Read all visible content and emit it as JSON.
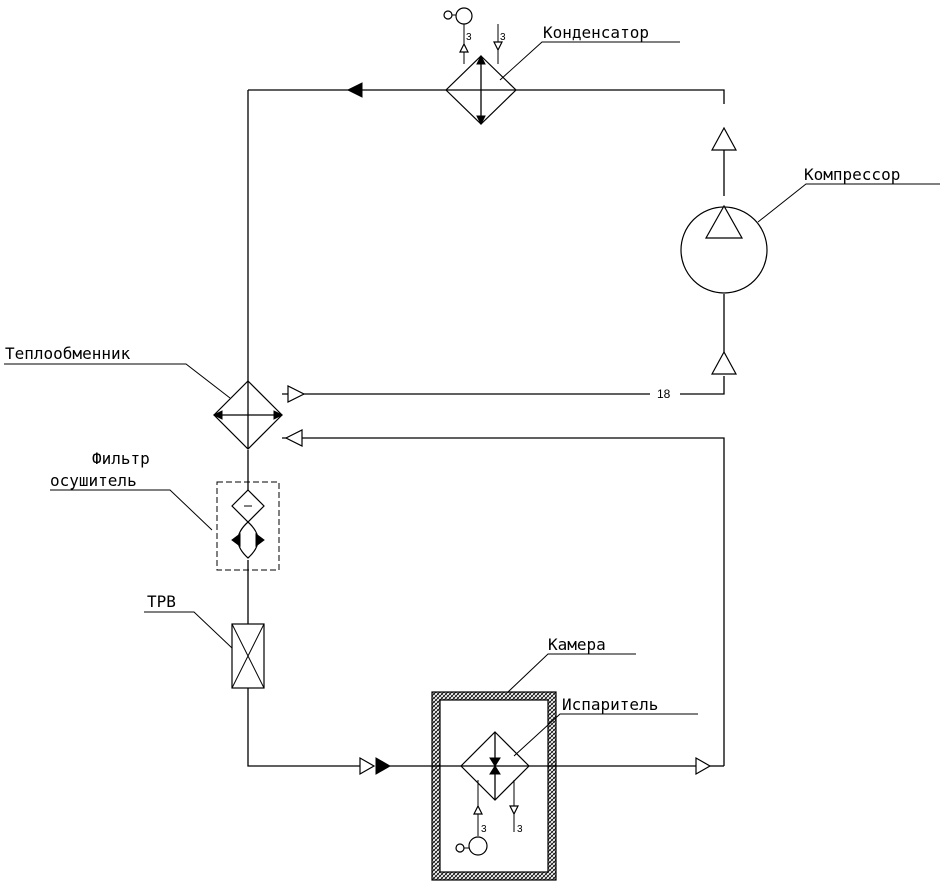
{
  "labels": {
    "condenser": "Конденсатор",
    "compressor": "Компрессор",
    "heat_exchanger": "Теплообменник",
    "filter_line1": "Фильтр",
    "filter_line2": "осушитель",
    "trv": "TPB",
    "chamber": "Камера",
    "evaporator": "Испаритель"
  },
  "line_number": "18",
  "port_marks": {
    "top_in": "3",
    "top_out": "3",
    "bottom_in": "3",
    "bottom_out": "3"
  },
  "colors": {
    "line": "#000000",
    "background": "#ffffff",
    "insulation_hatch": "#000000"
  }
}
